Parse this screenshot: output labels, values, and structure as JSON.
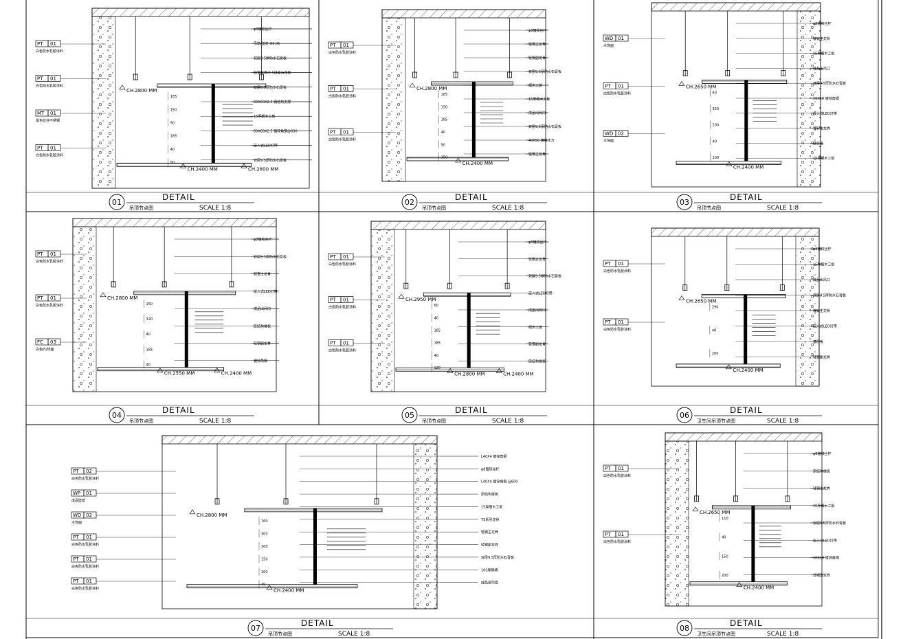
{
  "sheet": {
    "panels": [
      {
        "num": "01",
        "caption": "吊顶节点图",
        "title": "DETAIL",
        "scale": "SCALE 1:8",
        "tags": [
          {
            "code": "PT",
            "no": "01",
            "desc": "白色防水乳胶涂料"
          },
          {
            "code": "PT",
            "no": "01",
            "desc": "白色防水乳胶涂料"
          },
          {
            "code": "MT",
            "no": "01",
            "desc": "黑色拉丝不锈钢"
          },
          {
            "code": "PT",
            "no": "01",
            "desc": "白色防水乳胶涂料"
          }
        ],
        "ch": [
          "CH.2800 MM",
          "CH.2400 MM",
          "CH.2800 MM"
        ],
        "dims": [
          "185",
          "150",
          "50",
          "185",
          "40",
          "50"
        ],
        "notes": [
          "φ8镀锌丝杆",
          "吊筋/壁虎 Φ6.06",
          "双层9.5厚防水石膏板",
          "轻钢龙骨/9.5纸面石膏板",
          "双层9.5厚防水石膏板",
          "60X60X2.5 钢结构支撑",
          "15厚细木工板",
          "60X60X2.5 镀锌角钢@600",
          "嵌入式LED灯带",
          "双层9.5厚防水石膏板"
        ]
      },
      {
        "num": "02",
        "caption": "吊顶节点图",
        "title": "DETAIL",
        "scale": "SCALE 1:8",
        "tags": [
          {
            "code": "PT",
            "no": "01",
            "desc": "白色防水乳胶涂料"
          },
          {
            "code": "PT",
            "no": "01",
            "desc": "白色防水乳胶涂料"
          },
          {
            "code": "PT",
            "no": "01",
            "desc": "白色防水乳胶涂料"
          }
        ],
        "ch": [
          "CH.2800 MM",
          "CH.2400 MM"
        ],
        "dims": [
          "185",
          "150",
          "185",
          "40",
          "50",
          "150"
        ],
        "notes": [
          "φ8镀锌丝杆",
          "轻钢主龙骨",
          "轻钢副龙骨",
          "双层9.5厚防水石膏板",
          "细木工板",
          "15厚细木工板",
          "成品出风口",
          "双层9.5厚防水石膏板",
          "40X50 镀锌木方",
          "轻钢主龙骨"
        ]
      },
      {
        "num": "03",
        "caption": "吊顶节点图",
        "title": "DETAIL",
        "scale": "SCALE 1:8",
        "tags": [
          {
            "code": "WD",
            "no": "01",
            "desc": "木饰面"
          },
          {
            "code": "PT",
            "no": "01",
            "desc": "白色防水乳胶涂料"
          },
          {
            "code": "WD",
            "no": "02",
            "desc": "木饰面"
          }
        ],
        "ch": [
          "CH.2650 MM",
          "CH.2400 MM"
        ],
        "dims": [
          "60",
          "320",
          "200",
          "40",
          "100"
        ],
        "notes": [
          "φ8镀锌丝杆",
          "镀锌主龙骨",
          "15厚细木工板",
          "成品出风口",
          "双层9.5厚防水石膏板",
          "10X10 镀锌角钢",
          "嵌入式LED灯带",
          "镀锌主龙骨",
          "基层板",
          "15厚细木工板"
        ]
      },
      {
        "num": "04",
        "caption": "吊顶节点图",
        "title": "DETAIL",
        "scale": "SCALE 1:8",
        "tags": [
          {
            "code": "PT",
            "no": "01",
            "desc": "白色防水乳胶涂料"
          },
          {
            "code": "PT",
            "no": "01",
            "desc": "白色防水乳胶涂料"
          },
          {
            "code": "FC",
            "no": "03",
            "desc": "白色PU饰面"
          }
        ],
        "ch": [
          "CH.2800 MM",
          "CH.2550 MM",
          "CH.2400 MM"
        ],
        "dims": [
          "150",
          "320",
          "40",
          "185",
          "40"
        ],
        "notes": [
          "φ8镀锌丝杆",
          "双层9.5厚防水石膏板",
          "轻钢主龙骨",
          "嵌入式LED灯带",
          "成品出风口",
          "原结构楼板",
          "轻钢副龙骨",
          "镀锌角钢"
        ]
      },
      {
        "num": "05",
        "caption": "吊顶节点图",
        "title": "DETAIL",
        "scale": "SCALE 1:8",
        "tags": [
          {
            "code": "PT",
            "no": "01",
            "desc": "白色防水乳胶涂料"
          },
          {
            "code": "PT",
            "no": "01",
            "desc": "白色防水乳胶涂料"
          },
          {
            "code": "PT",
            "no": "01",
            "desc": "白色防水乳胶涂料"
          }
        ],
        "ch": [
          "CH.2950 MM",
          "CH.2800 MM",
          "CH.2400 MM"
        ],
        "dims": [
          "60",
          "40",
          "185",
          "185",
          "40",
          "120"
        ],
        "notes": [
          "φ8镀锌丝杆",
          "轻钢主龙骨",
          "双层9.5厚防水石膏板",
          "嵌入式LED灯带",
          "成品出风口",
          "细木工板",
          "轻钢副龙骨",
          "原结构楼板"
        ]
      },
      {
        "num": "06",
        "caption": "卫生间吊顶节点图",
        "title": "DETAIL",
        "scale": "SCALE 1:8",
        "tags": [
          {
            "code": "PT",
            "no": "01",
            "desc": "白色防水乳胶涂料"
          },
          {
            "code": "PT",
            "no": "01",
            "desc": "白色防水乳胶涂料"
          }
        ],
        "ch": [
          "CH.2650 MM",
          "CH.2400 MM"
        ],
        "dims": [
          "290",
          "40",
          "200"
        ],
        "notes": [
          "φ8镀锌丝杆",
          "15厚细木工板",
          "成品出风口",
          "双层9.5厚防水石膏板",
          "镀锌主龙骨",
          "嵌入式LED灯带",
          "基层板",
          "轻钢副龙骨"
        ]
      },
      {
        "num": "07",
        "caption": "吊顶节点图",
        "title": "DETAIL",
        "scale": "SCALE 1:8",
        "tags": [
          {
            "code": "PT",
            "no": "02",
            "desc": "白色防水乳胶涂料"
          },
          {
            "code": "WP",
            "no": "01",
            "desc": "成品壁纸"
          },
          {
            "code": "WD",
            "no": "02",
            "desc": "木饰面"
          },
          {
            "code": "PT",
            "no": "01",
            "desc": "白色防水乳胶涂料"
          },
          {
            "code": "PT",
            "no": "01",
            "desc": "白色防水乳胶涂料"
          },
          {
            "code": "PT",
            "no": "01",
            "desc": "白色防水乳胶涂料"
          }
        ],
        "ch": [
          "CH.2800 MM",
          "CH.2400 MM"
        ],
        "dims": [
          "160",
          "300",
          "300",
          "150",
          "100",
          "40"
        ],
        "notes": [
          "L40X4 镀锌角钢",
          "φ8镀锌丝杆",
          "L40X4 镀锌角钢 @600",
          "原结构楼板",
          "15厚细木工板",
          "75系列龙骨",
          "轻钢主龙骨",
          "轻钢副龙骨",
          "双层9.5厚防水石膏板",
          "100厚隔墙",
          "成品窗帘盒"
        ]
      },
      {
        "num": "08",
        "caption": "卫生间吊顶节点图",
        "title": "DETAIL",
        "scale": "SCALE 1:8",
        "tags": [
          {
            "code": "PT",
            "no": "01",
            "desc": "白色防水乳胶涂料"
          },
          {
            "code": "PT",
            "no": "01",
            "desc": "白色防水乳胶涂料"
          }
        ],
        "ch": [
          "CH.2650 MM",
          "CH.2400 MM"
        ],
        "dims": [
          "110",
          "40",
          "150",
          "200"
        ],
        "notes": [
          "φ8镀锌丝杆",
          "原结构楼板",
          "轻钢主龙骨",
          "15厚细木工板",
          "双层9.5厚防水石膏板",
          "嵌入式LED灯带",
          "10X10 镀锌角钢",
          "轻钢副龙骨"
        ]
      }
    ]
  }
}
